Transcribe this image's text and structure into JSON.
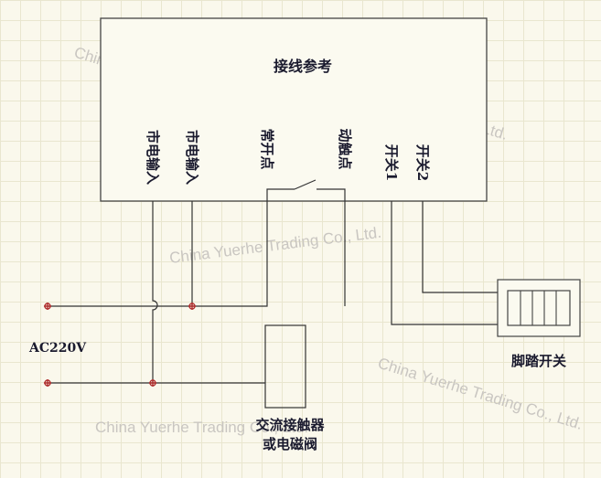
{
  "diagram": {
    "title": "接线参考",
    "terminal_labels": {
      "mains_in_1": "市电输入",
      "mains_in_2": "市电输入",
      "normally_open": "常开点",
      "moving_contact": "动触点",
      "switch_1": "开关1",
      "switch_2": "开关2"
    },
    "supply_label": "AC220V",
    "foot_switch_label": "脚踏开关",
    "contactor_label_line1": "交流接触器",
    "contactor_label_line2": "或电磁阀"
  },
  "watermark": "China Yuerhe Trading Co., Ltd."
}
